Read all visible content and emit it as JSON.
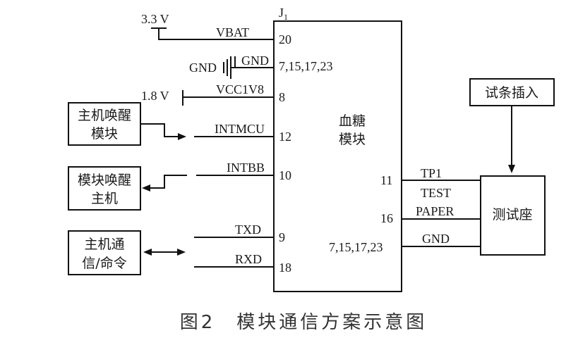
{
  "diagram": {
    "chip_designator": "J",
    "chip_designator_sub": "1",
    "chip_name": [
      "血糖",
      "模块"
    ],
    "supplies": [
      {
        "voltage": "3.3  V",
        "signal": "VBAT",
        "pin": "20"
      },
      {
        "voltage": "1.8  V",
        "signal": "VCC1V8",
        "pin": "8"
      }
    ],
    "ground": {
      "label": "GND",
      "signal": "GND",
      "pins": "7,15,17,23"
    },
    "signals": [
      {
        "signal": "INTMCU",
        "pin": "12"
      },
      {
        "signal": "INTBB",
        "pin": "10"
      },
      {
        "signal": "TXD",
        "pin": "9"
      },
      {
        "signal": "RXD",
        "pin": "18"
      }
    ],
    "right_pins": [
      {
        "pin": "11",
        "signal": "TP1"
      },
      {
        "pin": "16",
        "signal": "TEST"
      },
      {
        "pin": "",
        "signal": "PAPER"
      },
      {
        "pin": "7,15,17,23",
        "signal": "GND"
      }
    ],
    "left_blocks": [
      {
        "lines": [
          "主机唤醒",
          "模块"
        ]
      },
      {
        "lines": [
          "模块唤醒",
          "主机"
        ]
      },
      {
        "lines": [
          "主机通",
          "信/命令"
        ]
      }
    ],
    "test_strip_box": "试条插入",
    "test_socket_box": "测试座",
    "caption": "图2　模块通信方案示意图"
  }
}
